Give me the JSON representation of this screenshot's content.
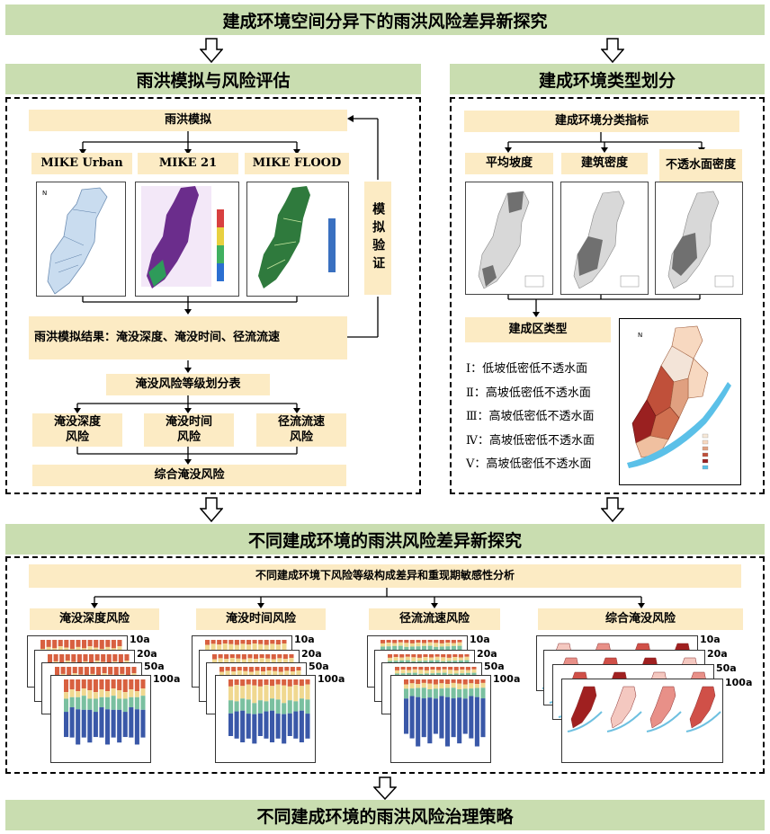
{
  "title": "建成环境空间分异下的雨洪风险差异新探究",
  "left": {
    "header": "雨洪模拟与风险评估",
    "simulation": "雨洪模拟",
    "models": [
      "MIKE Urban",
      "MIKE 21",
      "MIKE FLOOD"
    ],
    "validation": "模拟验证",
    "results": "雨洪模拟结果：淹没深度、淹没时间、径流流速",
    "grading": "淹没风险等级划分表",
    "risks": [
      "淹没深度风险",
      "淹没时间风险",
      "径流流速风险"
    ],
    "combined": "综合淹没风险"
  },
  "right": {
    "header": "建成环境类型划分",
    "indicators": "建成环境分类指标",
    "factors": [
      "平均坡度",
      "建筑密度",
      "不透水面密度"
    ],
    "type_title": "建成区类型",
    "types": [
      "Ⅰ：低坡低密低不透水面",
      "Ⅱ：高坡低密低不透水面",
      "Ⅲ：高坡低密低不透水面",
      "Ⅳ：高坡低密低不透水面",
      "Ⅴ：高坡低密低不透水面"
    ]
  },
  "bottom": {
    "header": "不同建成环境的雨洪风险差异新探究",
    "analysis": "不同建成环境下风险等级构成差异和重现期敏感性分析",
    "categories": [
      "淹没深度风险",
      "淹没时间风险",
      "径流流速风险",
      "综合淹没风险"
    ],
    "return_periods": [
      "10a",
      "20a",
      "50a",
      "100a"
    ]
  },
  "footer": "不同建成环境的雨洪风险治理策略"
}
